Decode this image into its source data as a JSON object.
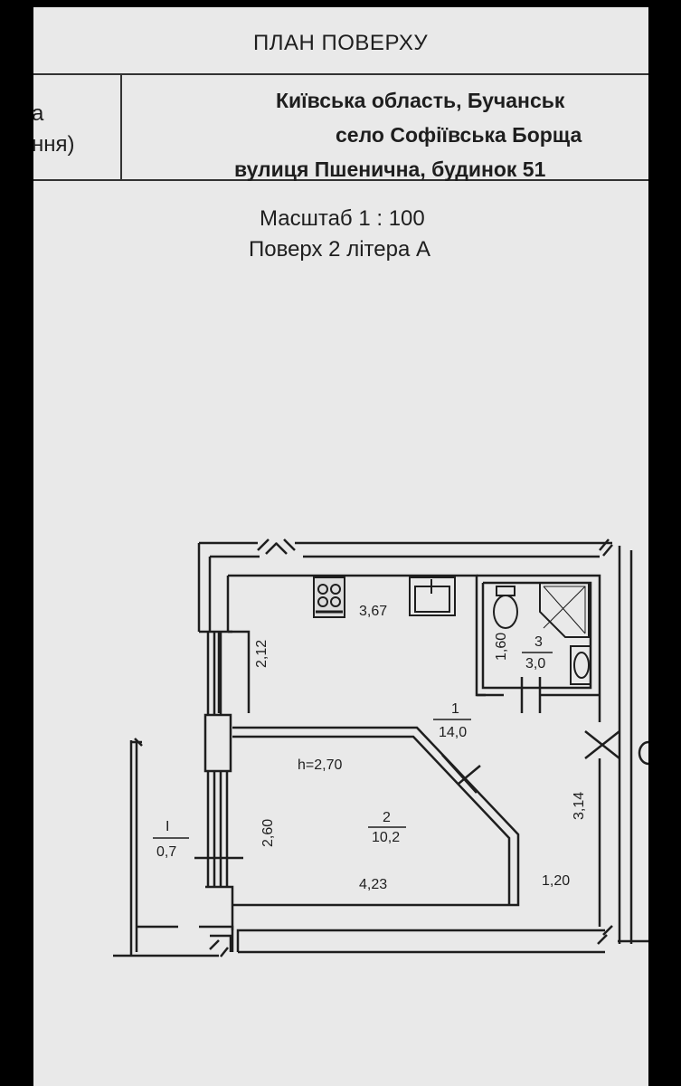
{
  "header": {
    "title": "ПЛАН ПОВЕРХУ",
    "left_fragment_1": "а",
    "left_fragment_2": "ння)",
    "address_line_1": "Київська область, Бучанськ",
    "address_line_2": "село Софіївська Борща",
    "address_line_3": "вулиця Пшенична, будинок 51"
  },
  "subheader": {
    "scale": "Масштаб 1 : 100",
    "floor": "Поверх 2 літера А"
  },
  "plan": {
    "kitchen_width": "3,67",
    "kitchen_depth": "2,12",
    "room1_number": "1",
    "room1_area": "14,0",
    "bath_depth": "1,60",
    "bath_number": "3",
    "bath_area": "3,0",
    "ceiling_height": "h=2,70",
    "room2_number": "2",
    "room2_area": "10,2",
    "room2_depth": "2,60",
    "room2_width": "4,23",
    "corridor_depth": "3,14",
    "corridor_width": "1,20",
    "balcony_number": "I",
    "balcony_area": "0,7"
  },
  "icons": {
    "stove": "stove-icon",
    "sink": "kitchen-sink-icon",
    "toilet": "toilet-icon",
    "shower": "shower-icon",
    "washbasin": "washbasin-icon"
  }
}
